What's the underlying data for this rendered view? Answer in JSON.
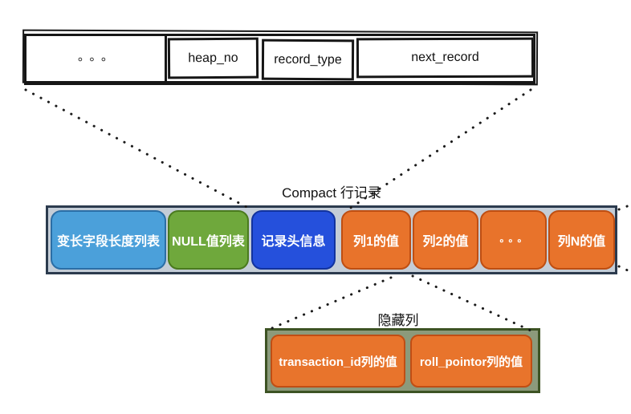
{
  "record_header_box": {
    "segments": [
      {
        "label": "。。。"
      },
      {
        "label": "heap_no"
      },
      {
        "label": "record_type"
      },
      {
        "label": "next_record"
      }
    ]
  },
  "compact_row": {
    "title": "Compact 行记录",
    "container_bg": "#c4cdd7",
    "container_border": "#2c3b4e",
    "segments": [
      {
        "label": "变长字段长度列表",
        "fill": "#4ba0da",
        "border": "#2b6ea6"
      },
      {
        "label": "NULL值列表",
        "fill": "#6fa83c",
        "border": "#4a7a1e"
      },
      {
        "label": "记录头信息",
        "fill": "#2550dc",
        "border": "#12339e"
      },
      {
        "label": "列1的值",
        "fill": "#e8732b",
        "border": "#be4e12"
      },
      {
        "label": "列2的值",
        "fill": "#e8732b",
        "border": "#be4e12"
      },
      {
        "label": "。。。",
        "fill": "#e8732b",
        "border": "#be4e12"
      },
      {
        "label": "列N的值",
        "fill": "#e8732b",
        "border": "#be4e12"
      }
    ]
  },
  "hidden_columns": {
    "title": "隐藏列",
    "container_bg": "#8c9a7b",
    "container_border": "#3d5324",
    "segments": [
      {
        "label": "transaction_id列的值",
        "fill": "#e8742c",
        "border": "#c04e14"
      },
      {
        "label": "roll_pointor列的值",
        "fill": "#e8742c",
        "border": "#c04e14"
      }
    ]
  },
  "connectors": {
    "line_color": "#1a1a1a"
  }
}
